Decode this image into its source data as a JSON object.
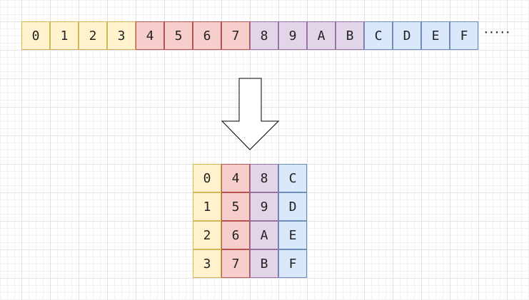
{
  "groups": [
    {
      "fill": "#fff2cc",
      "stroke": "#d6b656",
      "cells": [
        "0",
        "1",
        "2",
        "3"
      ]
    },
    {
      "fill": "#f8cecc",
      "stroke": "#b85450",
      "cells": [
        "4",
        "5",
        "6",
        "7"
      ]
    },
    {
      "fill": "#e1d5e7",
      "stroke": "#9673a6",
      "cells": [
        "8",
        "9",
        "A",
        "B"
      ]
    },
    {
      "fill": "#dae8fc",
      "stroke": "#6c8ebf",
      "cells": [
        "C",
        "D",
        "E",
        "F"
      ]
    }
  ],
  "continuation": "·····",
  "arrow": {
    "direction": "down",
    "fill": "#ffffff",
    "stroke": "#000000"
  }
}
